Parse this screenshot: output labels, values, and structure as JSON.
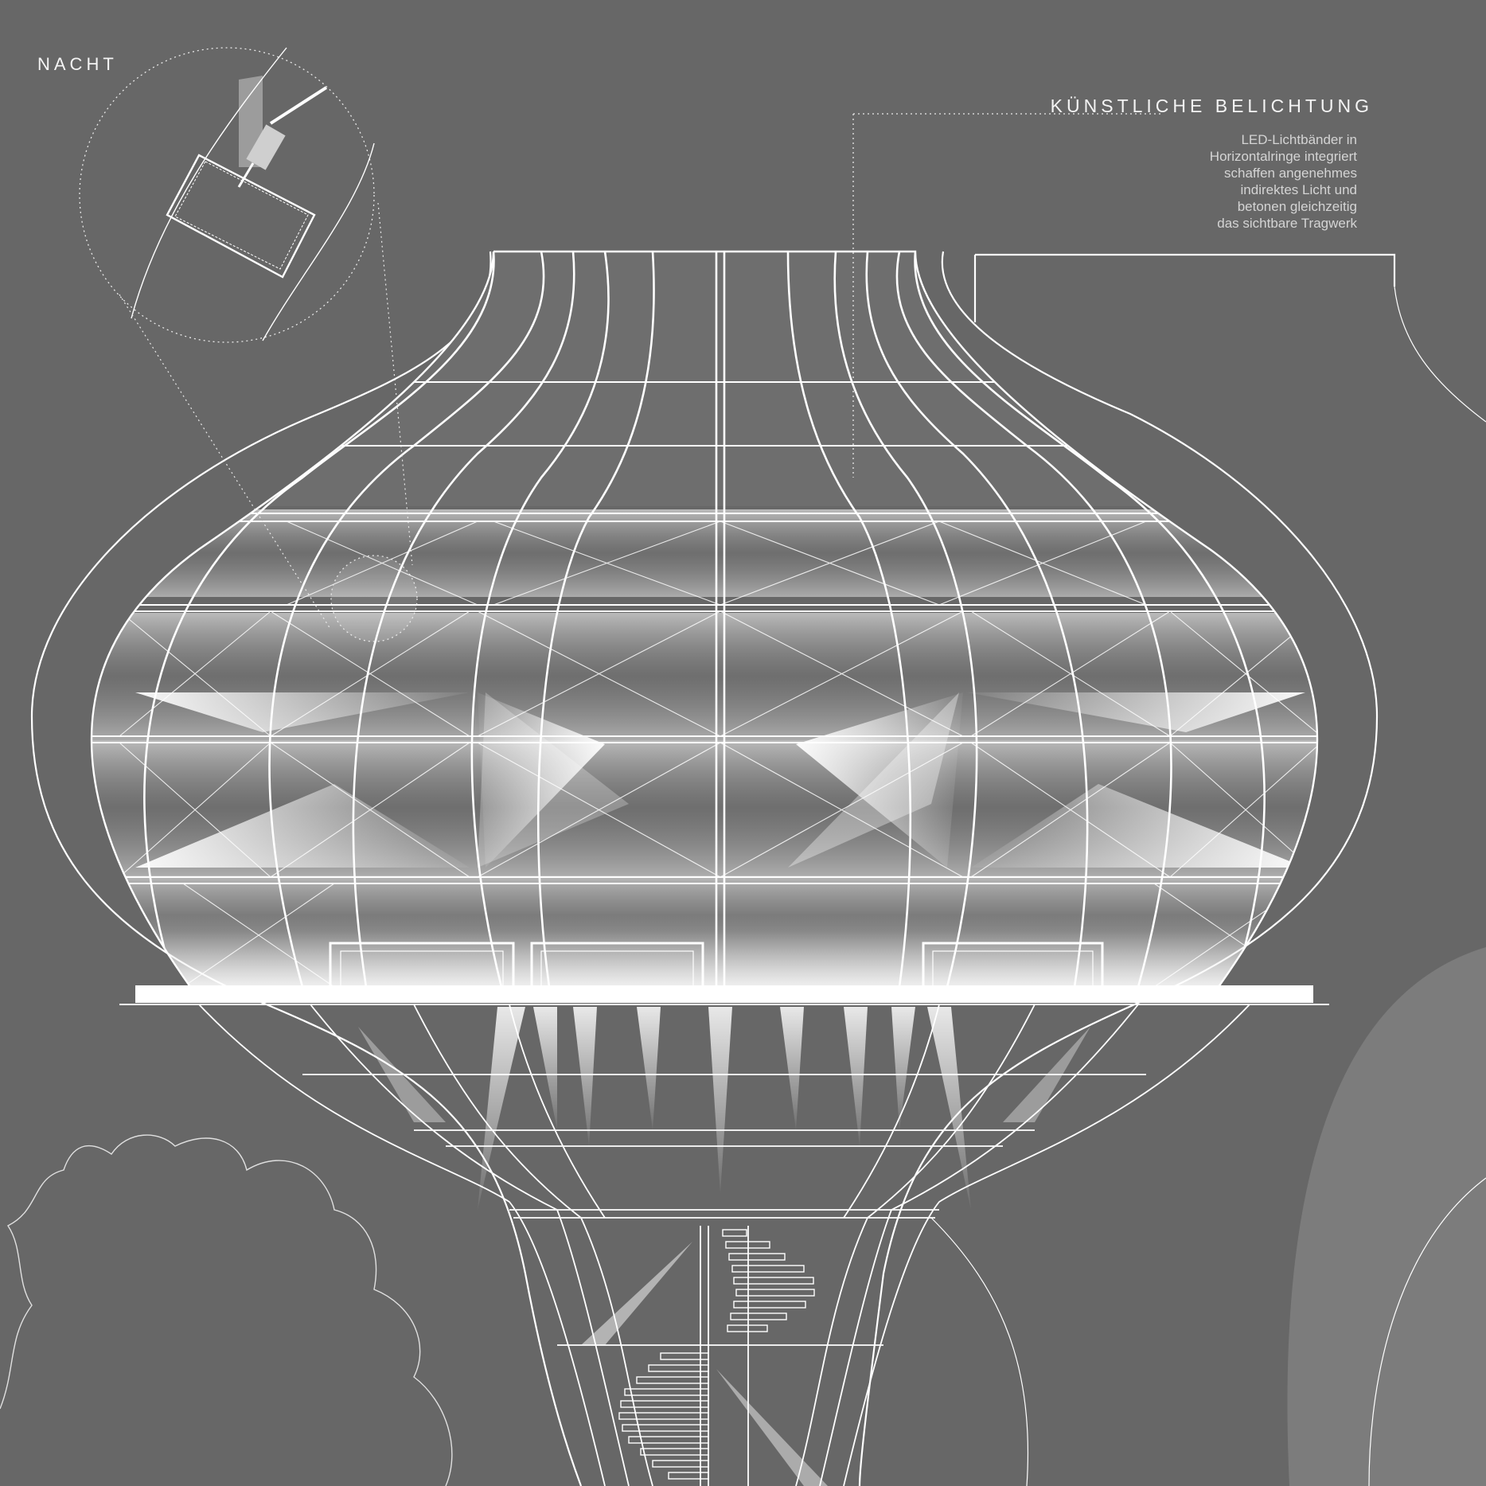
{
  "labels": {
    "mode": "NACHT",
    "title": "KÜNSTLICHE BELICHTUNG"
  },
  "description": [
    "LED-Lichtbänder in",
    "Horizontalringe integriert",
    "schaffen angenehmes",
    "indirektes Licht und",
    "betonen gleichzeitig",
    "das sichtbare Tragwerk"
  ],
  "colors": {
    "background": "#676767",
    "line": "#ffffff",
    "light": "#ffffff"
  }
}
